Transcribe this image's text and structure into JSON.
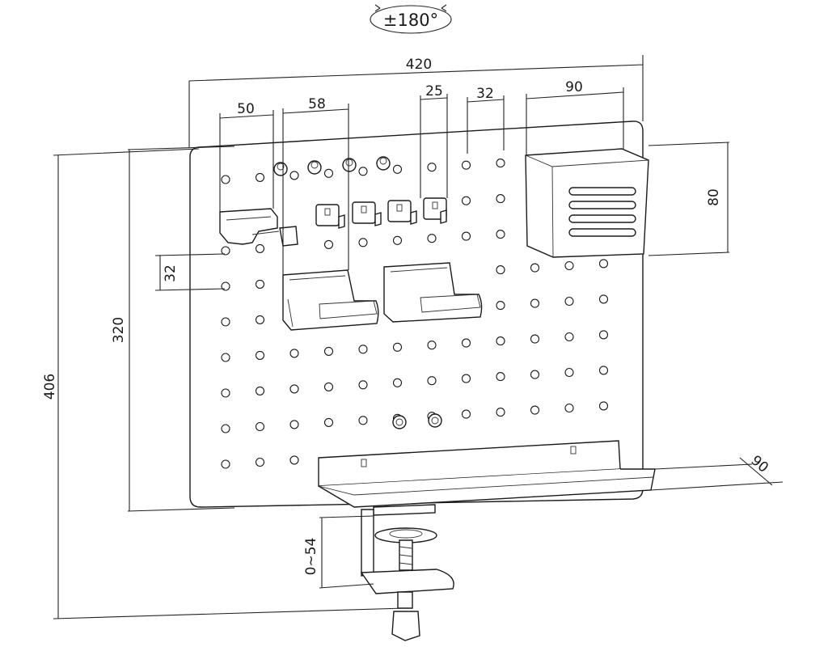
{
  "rotation": {
    "label": "±180°"
  },
  "dimensions": {
    "board_width": "420",
    "board_height": "406",
    "hole_span": "320",
    "hook_width_a": "50",
    "holder_width": "58",
    "peg_width": "25",
    "hole_pitch_top": "32",
    "basket_width": "90",
    "basket_height": "80",
    "hole_pitch_side": "32",
    "shelf_depth": "90",
    "clamp_range": "0~54"
  }
}
